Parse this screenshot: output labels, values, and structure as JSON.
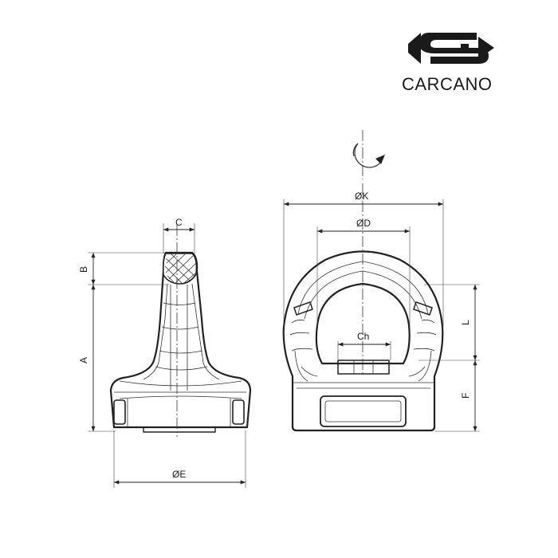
{
  "brand": {
    "name": "CARCANO",
    "logo_icon": "carcano-logo-icon"
  },
  "labels": {
    "A": "A",
    "B": "B",
    "C": "C",
    "E": "ØE",
    "K": "ØK",
    "D": "ØD",
    "Ch": "Ch",
    "L": "L",
    "F": "F"
  },
  "icons": {
    "rotation": "rotation-icon"
  }
}
